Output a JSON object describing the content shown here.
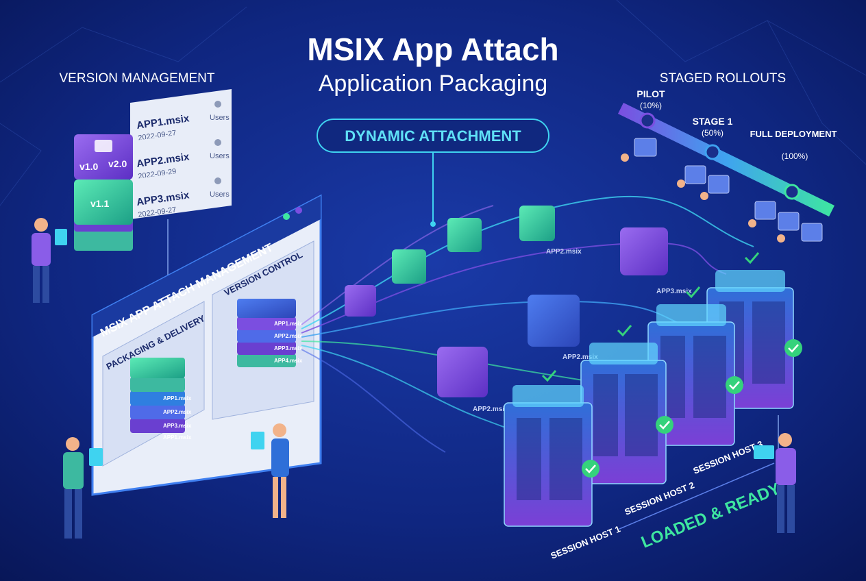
{
  "title": "MSIX App Attach",
  "subtitle": "Application Packaging",
  "sections": {
    "version_management": "VERSION MANAGEMENT",
    "staged_rollouts": "STAGED ROLLOUTS",
    "dynamic_attachment": "DYNAMIC ATTACHMENT",
    "loaded_ready": "LOADED & READY"
  },
  "packages": [
    {
      "name": "APP1.msix",
      "date": "2022-09-27",
      "users": "Users"
    },
    {
      "name": "APP2.msix",
      "date": "2022-09-29",
      "users": "Users"
    },
    {
      "name": "APP3.msix",
      "date": "2022-09-27",
      "users": "Users"
    }
  ],
  "version_labels": [
    "v1.0",
    "v2.0",
    "v1.1"
  ],
  "console": {
    "title": "MSIX APP ATTACH MANAGEMENT",
    "panel_left": "PACKAGING & DELIVERY",
    "panel_right": "VERSION CONTROL",
    "left_stack": [
      "APP1.msix",
      "APP2.msix",
      "APP3.msix",
      "APP1.msix"
    ],
    "right_stack": [
      "APP1.msix",
      "APP2.msix",
      "APP3.msix",
      "APP4.msix"
    ]
  },
  "stages": [
    {
      "name": "PILOT",
      "pct": "(10%)"
    },
    {
      "name": "STAGE 1",
      "pct": "(50%)"
    },
    {
      "name": "FULL DEPLOYMENT",
      "pct": "(100%)"
    }
  ],
  "flow_cubes": [
    "APP2.msix",
    "APP3.msix",
    "APP2.msix",
    "APP2.msix"
  ],
  "hosts": [
    "SESSION HOST 1",
    "SESSION HOST 2",
    "SESSION HOST 3"
  ],
  "colors": {
    "background": "#0b1f6b",
    "accent_cyan": "#3fd3f0",
    "accent_green": "#3ee6a0",
    "accent_purple": "#7b4ee0",
    "check_green": "#35d27c"
  }
}
